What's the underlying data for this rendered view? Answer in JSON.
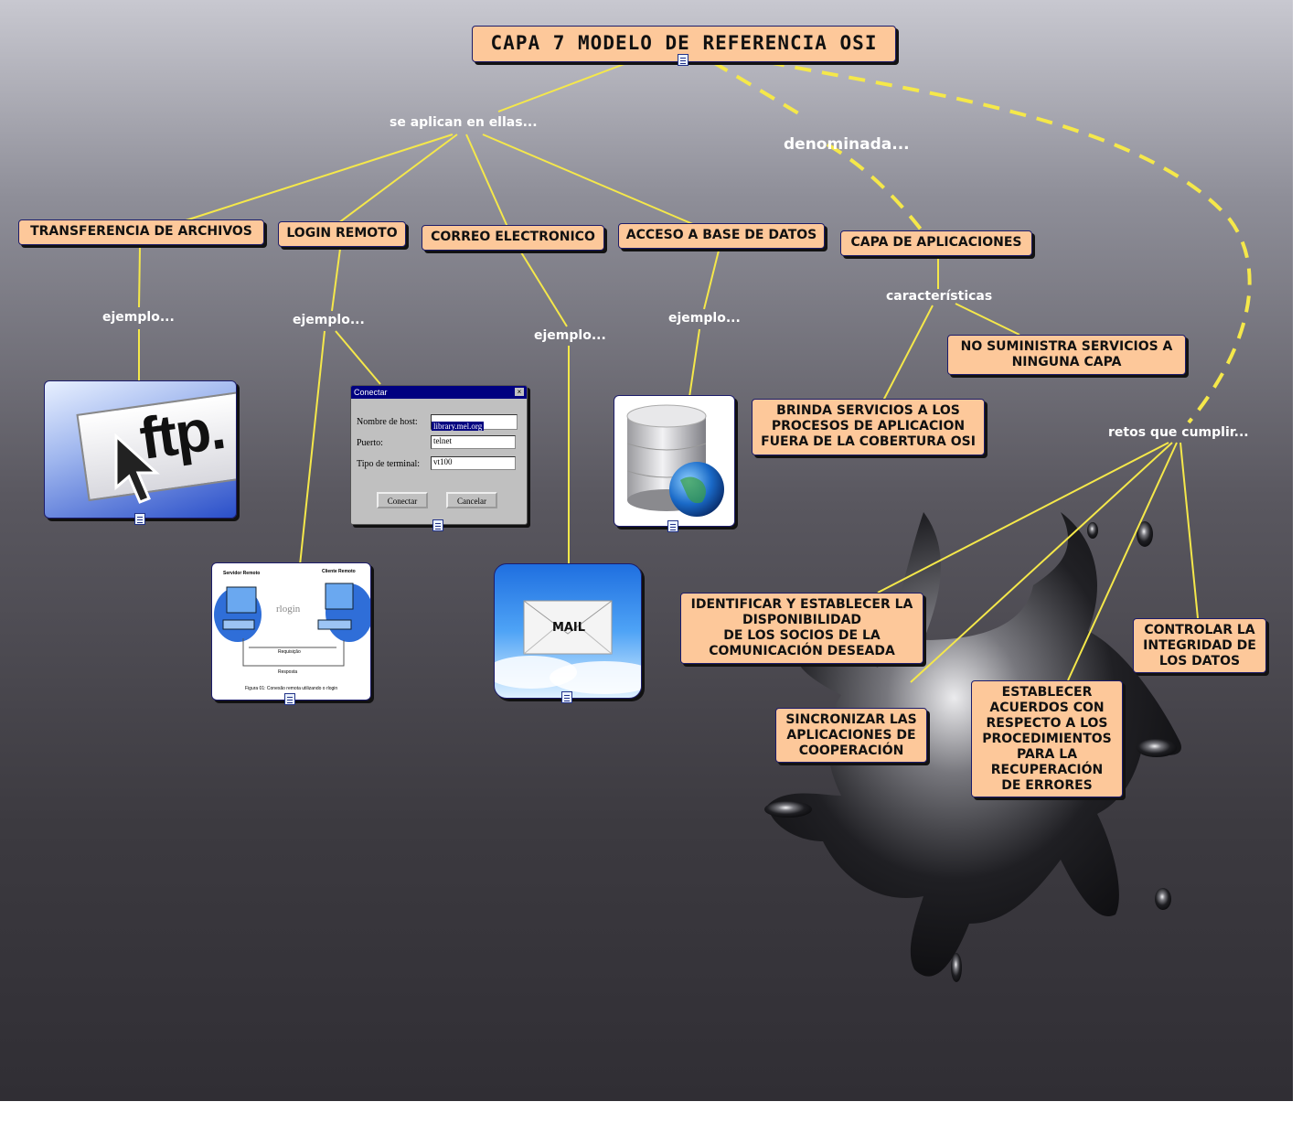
{
  "title": "CAPA 7 MODELO DE REFERENCIA OSI",
  "links": {
    "se_aplican": "se aplican en ellas...",
    "denominada": "denominada...",
    "caracteristicas": "características",
    "retos": "retos que cumplir...",
    "ejemplo": "ejemplo..."
  },
  "applications": [
    "TRANSFERENCIA DE ARCHIVOS",
    "LOGIN REMOTO",
    "CORREO ELECTRONICO",
    "ACCESO A BASE DE DATOS"
  ],
  "capa": "CAPA DE APLICACIONES",
  "features": [
    "NO SUMINISTRA SERVICIOS A\nNINGUNA CAPA",
    "BRINDA SERVICIOS A LOS\nPROCESOS DE APLICACION\nFUERA DE LA COBERTURA OSI"
  ],
  "challenges": [
    "IDENTIFICAR Y ESTABLECER LA\nDISPONIBILIDAD\nDE LOS SOCIOS DE LA\nCOMUNICACIÓN DESEADA",
    "SINCRONIZAR LAS\nAPLICACIONES DE\nCOOPERACIÓN",
    "ESTABLECER\nACUERDOS CON\nRESPECTO A LOS\nPROCEDIMIENTOS\nPARA LA\nRECUPERACIÓN\nDE ERRORES",
    "CONTROLAR LA\nINTEGRIDAD DE\nLOS DATOS"
  ],
  "images": {
    "ftp": "ftp.",
    "mail": "MAIL",
    "dialog": {
      "title": "Conectar",
      "host_label": "Nombre de host:",
      "host_value": "library.mel.org",
      "port_label": "Puerto:",
      "port_value": "telnet",
      "term_label": "Tipo de terminal:",
      "term_value": "vt100",
      "connect": "Conectar",
      "cancel": "Cancelar"
    },
    "rlogin": {
      "server": "Servidor Remoto",
      "client": "Cliente Remoto",
      "center": "rlogin",
      "request": "Requisição",
      "response": "Resposta",
      "caption": "Figura 01: Conexão remota utilizando o rlogin"
    }
  },
  "colors": {
    "node_fill": "#fdc89a",
    "node_border": "#1c1c6a",
    "link": "#f5e84a",
    "label": "#ffffff"
  }
}
